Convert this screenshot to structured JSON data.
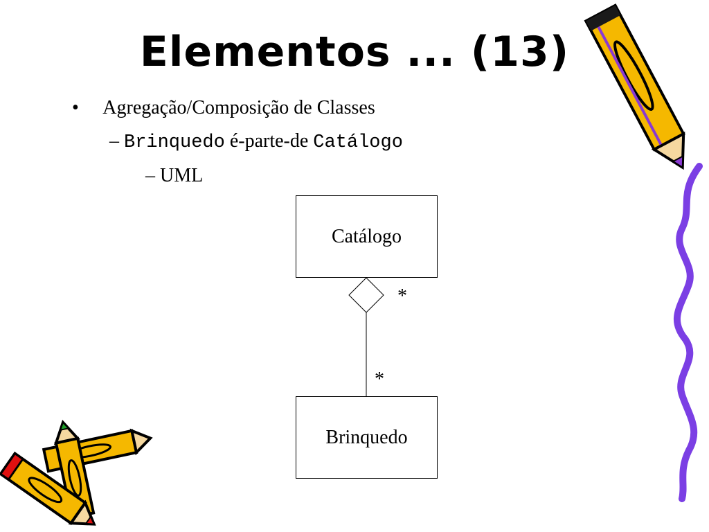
{
  "slide": {
    "title": "Elementos ... (13)",
    "bullets": {
      "level1_marker": "•",
      "level1_text": "Agregação/Composição de Classes",
      "level2_marker": "–",
      "level2_class_a": "Brinquedo",
      "level2_relation": "é-parte-de",
      "level2_class_b": "Catálogo",
      "level3_marker": "–",
      "level3_text": "UML"
    }
  },
  "diagram": {
    "whole_class": "Catálogo",
    "part_class": "Brinquedo",
    "whole_multiplicity": "*",
    "part_multiplicity": "*",
    "relationship": "aggregation"
  },
  "colors": {
    "pencil_body": "#f5b800",
    "pencil_outline": "#000000",
    "pencil_accent": "#8a3ad1",
    "squiggle": "#7b3fe4",
    "pencil_tip_red": "#e01010",
    "pencil_tip_green": "#1e9e2a"
  },
  "decorations": {
    "top_right": "pencil-icon",
    "bottom_left": "pencils-icon",
    "right_edge": "squiggle-line"
  }
}
